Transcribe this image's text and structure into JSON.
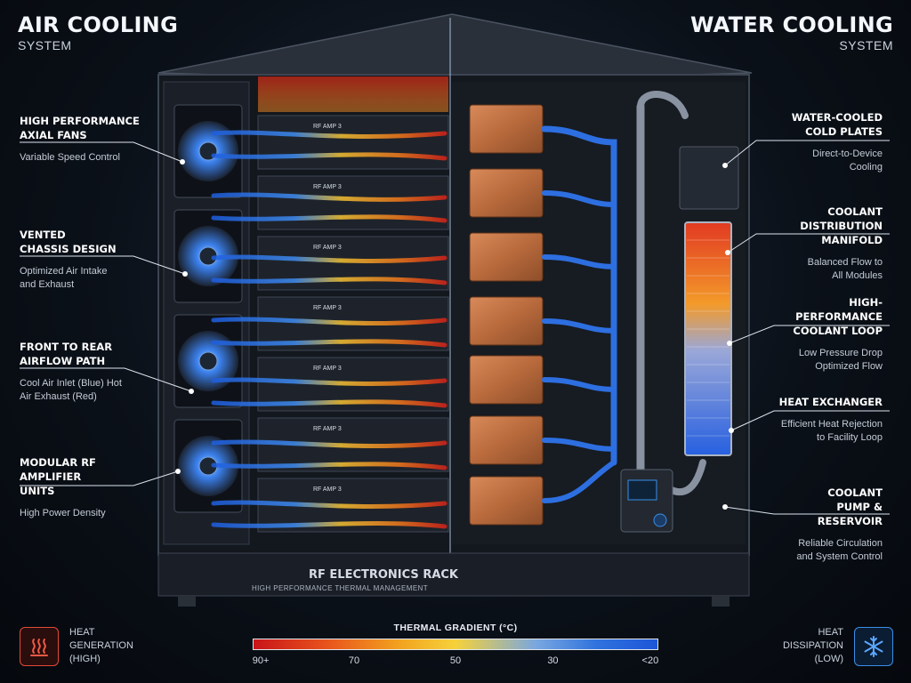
{
  "header": {
    "left_title": "AIR COOLING",
    "left_subtitle": "SYSTEM",
    "right_title": "WATER COOLING",
    "right_subtitle": "SYSTEM"
  },
  "left_callouts": [
    {
      "title": "HIGH PERFORMANCE AXIAL FANS",
      "desc": "Variable Speed Control"
    },
    {
      "title": "VENTED CHASSIS DESIGN",
      "desc": "Optimized Air Intake and Exhaust"
    },
    {
      "title": "FRONT TO REAR AIRFLOW PATH",
      "desc": "Cool Air Inlet (Blue) Hot Air Exhaust (Red)"
    },
    {
      "title": "MODULAR RF AMPLIFIER UNITS",
      "desc": "High Power Density"
    }
  ],
  "right_callouts": [
    {
      "title": "WATER-COOLED COLD PLATES",
      "desc": "Direct-to-Device Cooling"
    },
    {
      "title": "COOLANT DISTRIBUTION MANIFOLD",
      "desc": "Balanced Flow to All Modules"
    },
    {
      "title": "HIGH-PERFORMANCE COOLANT LOOP",
      "desc": "Low Pressure Drop Optimized Flow"
    },
    {
      "title": "HEAT EXCHANGER",
      "desc": "Efficient Heat Rejection to Facility Loop"
    },
    {
      "title": "COOLANT PUMP & RESERVOIR",
      "desc": "Reliable Circulation and System Control"
    }
  ],
  "rack": {
    "title": "RF ELECTRONICS RACK",
    "subtitle": "HIGH PERFORMANCE THERMAL MANAGEMENT",
    "module_label": "RF AMP 3"
  },
  "legend": {
    "heat_label": "HEAT GENERATION (HIGH)",
    "heat_icon": "heat-waves-icon",
    "cold_label": "HEAT DISSIPATION (LOW)",
    "cold_icon": "snowflake-icon",
    "gradient_title": "THERMAL GRADIENT (°C)",
    "ticks": [
      "90+",
      "70",
      "50",
      "30",
      "<20"
    ]
  },
  "colors": {
    "hot": "#e8331c",
    "warm": "#f6c12e",
    "cool": "#2f72de",
    "panel": "#1a1f27"
  }
}
